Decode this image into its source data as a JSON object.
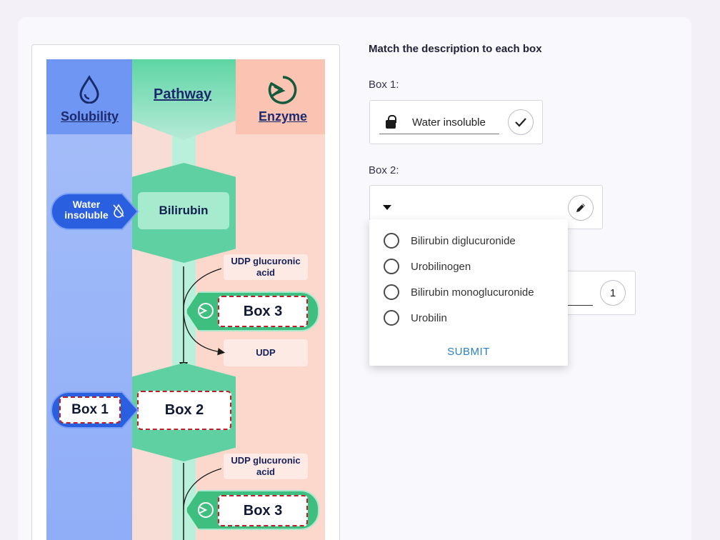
{
  "diagram": {
    "columns": {
      "solubility": "Solubility",
      "pathway": "Pathway",
      "enzyme": "Enzyme"
    },
    "nodes": {
      "bilirubin": "Bilirubin",
      "water_insoluble": "Water insoluble",
      "box1": "Box 1",
      "box2": "Box 2",
      "box3a": "Box 3",
      "box3b": "Box 3"
    },
    "labels": {
      "udp_glucuronic_1": "UDP glucuronic acid",
      "udp": "UDP",
      "udp_glucuronic_2": "UDP glucuronic acid"
    },
    "colors": {
      "solubility": "#8eadf7",
      "pathway": "#5fd0a2",
      "enzyme": "#fcd7cc",
      "box_border": "#b8202a"
    }
  },
  "question": {
    "title": "Match the description to each box",
    "box1_label": "Box 1:",
    "box1_answer": "Water insoluble",
    "box1_status_icon": "check-icon",
    "box2_label": "Box 2:",
    "box2_edit_icon": "pencil-icon",
    "box3_number": "1",
    "dropdown": {
      "options": [
        "Bilirubin diglucuronide",
        "Urobilinogen",
        "Bilirubin monoglucuronide",
        "Urobilin"
      ],
      "submit_label": "SUBMIT"
    }
  }
}
